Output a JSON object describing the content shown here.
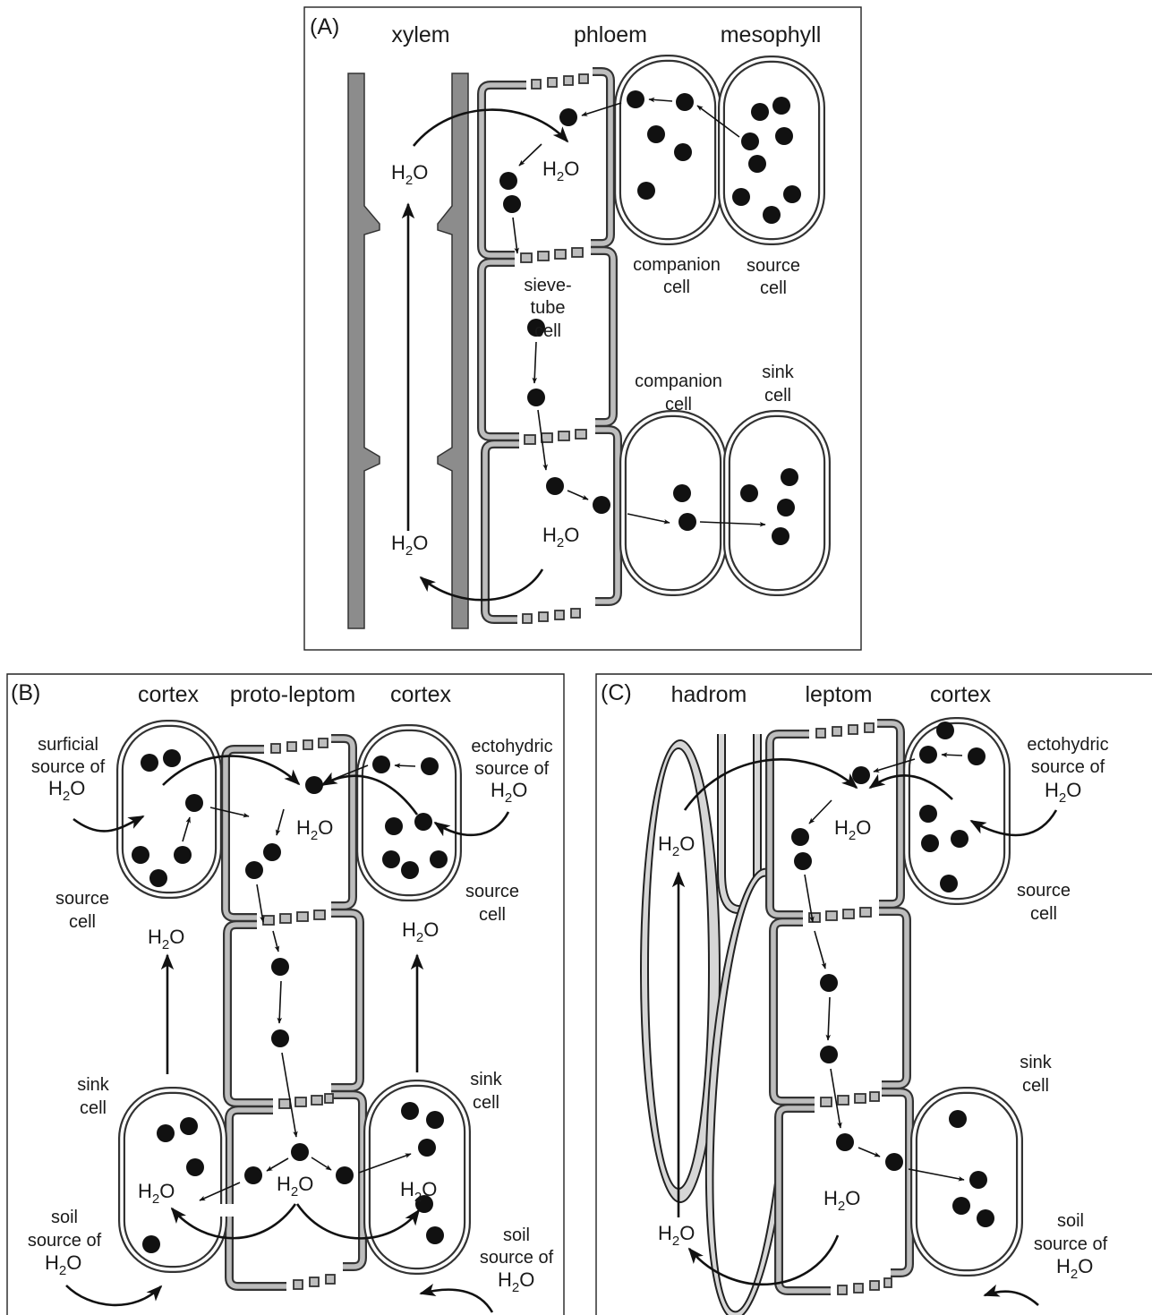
{
  "panel_a": {
    "tag": "(A)",
    "headers": {
      "xylem": "xylem",
      "phloem": "phloem",
      "mesophyll": "mesophyll"
    },
    "labels": {
      "companion_top_1": "companion",
      "companion_top_2": "cell",
      "source_1": "source",
      "source_2": "cell",
      "sieve_1": "sieve-",
      "sieve_2": "tube",
      "sieve_3": "cell",
      "companion_bot_1": "companion",
      "companion_bot_2": "cell",
      "sink_1": "sink",
      "sink_2": "cell"
    },
    "h2o": [
      "H",
      "2",
      "O"
    ]
  },
  "panel_b": {
    "tag": "(B)",
    "headers": {
      "cortex_left": "cortex",
      "proto_leptom": "proto-leptom",
      "cortex_right": "cortex"
    },
    "labels": {
      "surficial_1": "surficial",
      "surficial_2": "source of",
      "ectohydric_1": "ectohydric",
      "ectohydric_2": "source of",
      "source_left_1": "source",
      "source_left_2": "cell",
      "source_right_1": "source",
      "source_right_2": "cell",
      "sink_left_1": "sink",
      "sink_left_2": "cell",
      "sink_right_1": "sink",
      "sink_right_2": "cell",
      "soil_left_1": "soil",
      "soil_left_2": "source of",
      "soil_right_1": "soil",
      "soil_right_2": "source of"
    }
  },
  "panel_c": {
    "tag": "(C)",
    "headers": {
      "hadrom": "hadrom",
      "leptom": "leptom",
      "cortex": "cortex"
    },
    "labels": {
      "ectohydric_1": "ectohydric",
      "ectohydric_2": "source of",
      "source_1": "source",
      "source_2": "cell",
      "sink_1": "sink",
      "sink_2": "cell",
      "soil_1": "soil",
      "soil_2": "source of"
    }
  },
  "water": {
    "h": "H",
    "sub": "2",
    "o": "O"
  }
}
